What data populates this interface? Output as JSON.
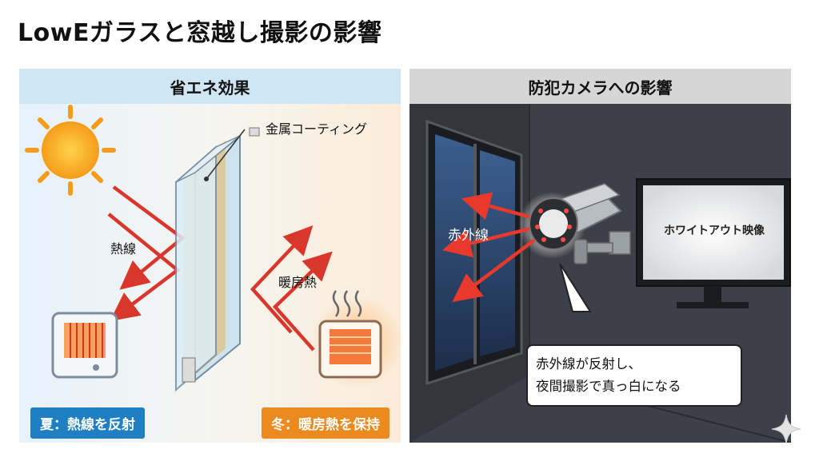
{
  "title": "LowEガラスと窓越し撮影の影響",
  "left_panel": {
    "header": "省エネ効果",
    "metal_coating_label": "金属コーティング",
    "heat_ray_label": "熱線",
    "heating_heat_label": "暖房熱",
    "summer_badge": "夏：熱線を反射",
    "winter_badge": "冬：暖房熱を保持"
  },
  "right_panel": {
    "header": "防犯カメラへの影響",
    "infrared_label": "赤外線",
    "monitor_text": "ホワイトアウト映像",
    "callout_line1": "赤外線が反射し、",
    "callout_line2": "夜間撮影で真っ白になる"
  },
  "icons": [
    "sun-icon",
    "heater-icon",
    "glass-pane-icon",
    "security-camera-icon",
    "window-icon",
    "monitor-icon",
    "sparkle-icon"
  ],
  "colors": {
    "summer_blue": "#1f7fc2",
    "winter_orange": "#ea8a1f",
    "arrow_red": "#d9372b",
    "left_header": "#cfe6f5",
    "right_header": "#d6d6d6"
  }
}
